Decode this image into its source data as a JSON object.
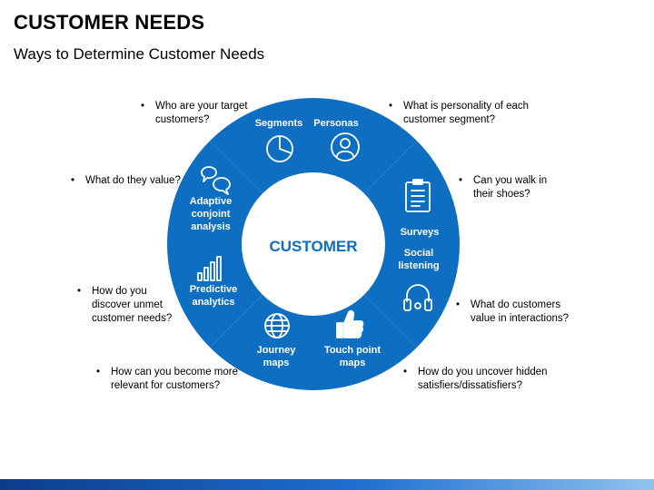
{
  "header": {
    "title": "CUSTOMER NEEDS",
    "subtitle": "Ways to Determine Customer Needs"
  },
  "diagram": {
    "center_label": "CUSTOMER",
    "colors": {
      "segment": "#0e6ec1",
      "text": "#ffffff",
      "center_text": "#0e6ec1",
      "gap": "#ffffff"
    },
    "segments": [
      {
        "label": "Personas",
        "icon": "person-icon"
      },
      {
        "label": "Surveys",
        "icon": "clipboard-icon"
      },
      {
        "label": "Social listening",
        "icon": "headphones-icon"
      },
      {
        "label": "Touch point maps",
        "icon": "thumbs-up-icon"
      },
      {
        "label": "Journey maps",
        "icon": "globe-icon"
      },
      {
        "label": "Predictive analytics",
        "icon": "bar-chart-icon"
      },
      {
        "label": "Adaptive conjoint analysis",
        "icon": "chat-bubbles-icon"
      },
      {
        "label": "Segments",
        "icon": "pie-chart-icon"
      }
    ]
  },
  "notes": {
    "target_customers": "Who are your target customers?",
    "personality": "What is personality of each customer segment?",
    "walk_in_shoes": "Can you walk in their shoes?",
    "value_interactions": "What do customers value in interactions?",
    "hidden_satisfiers": "How do you uncover hidden satisfiers/dissatisfiers?",
    "more_relevant": "How can you become more relevant for customers?",
    "unmet_needs": "How do you discover unmet customer needs?",
    "what_value": "What do they value?"
  },
  "bullet_char": "•"
}
